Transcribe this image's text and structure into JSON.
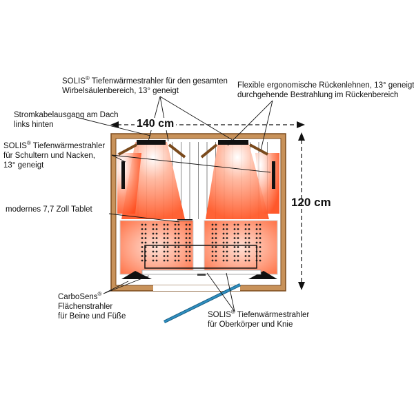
{
  "dimensions": {
    "width": "140 cm",
    "height": "120 cm"
  },
  "labels": {
    "solis_spine_l1_pre": "SOLIS",
    "solis_spine_reg": "®",
    "solis_spine_l1_post": " Tiefenwärmestrahler für den gesamten",
    "solis_spine_l2": "Wirbelsäulenbereich, 13° geneigt",
    "backrest_l1": "Flexible ergonomische Rückenlehnen, 13° geneigt,",
    "backrest_l2": "durchgehende Bestrahlung im Rückenbereich",
    "cable_l1": "Stromkabelausgang am Dach",
    "cable_l2": "links hinten",
    "solis_shoulder_l1_pre": "SOLIS",
    "solis_shoulder_reg": "®",
    "solis_shoulder_l1_post": " Tiefenwärmestrahler",
    "solis_shoulder_l2": "für Schultern und Nacken,",
    "solis_shoulder_l3": "13° geneigt",
    "tablet": "modernes 7,7 Zoll Tablet",
    "carbo_l1_pre": "CarboSens",
    "carbo_reg": "®",
    "carbo_l2": "Flächenstrahler",
    "carbo_l3": "für Beine und Füße",
    "solis_upper_l1_pre": "SOLIS",
    "solis_upper_reg": "®",
    "solis_upper_l1_post": " Tiefenwärmestrahler",
    "solis_upper_l2": "für Oberkörper und Knie"
  },
  "colors": {
    "wood": "#c8925a",
    "wood_edge": "#7a4a1c",
    "heat": "#ff7a50",
    "door": "#2f8fc0",
    "line": "#111111"
  }
}
